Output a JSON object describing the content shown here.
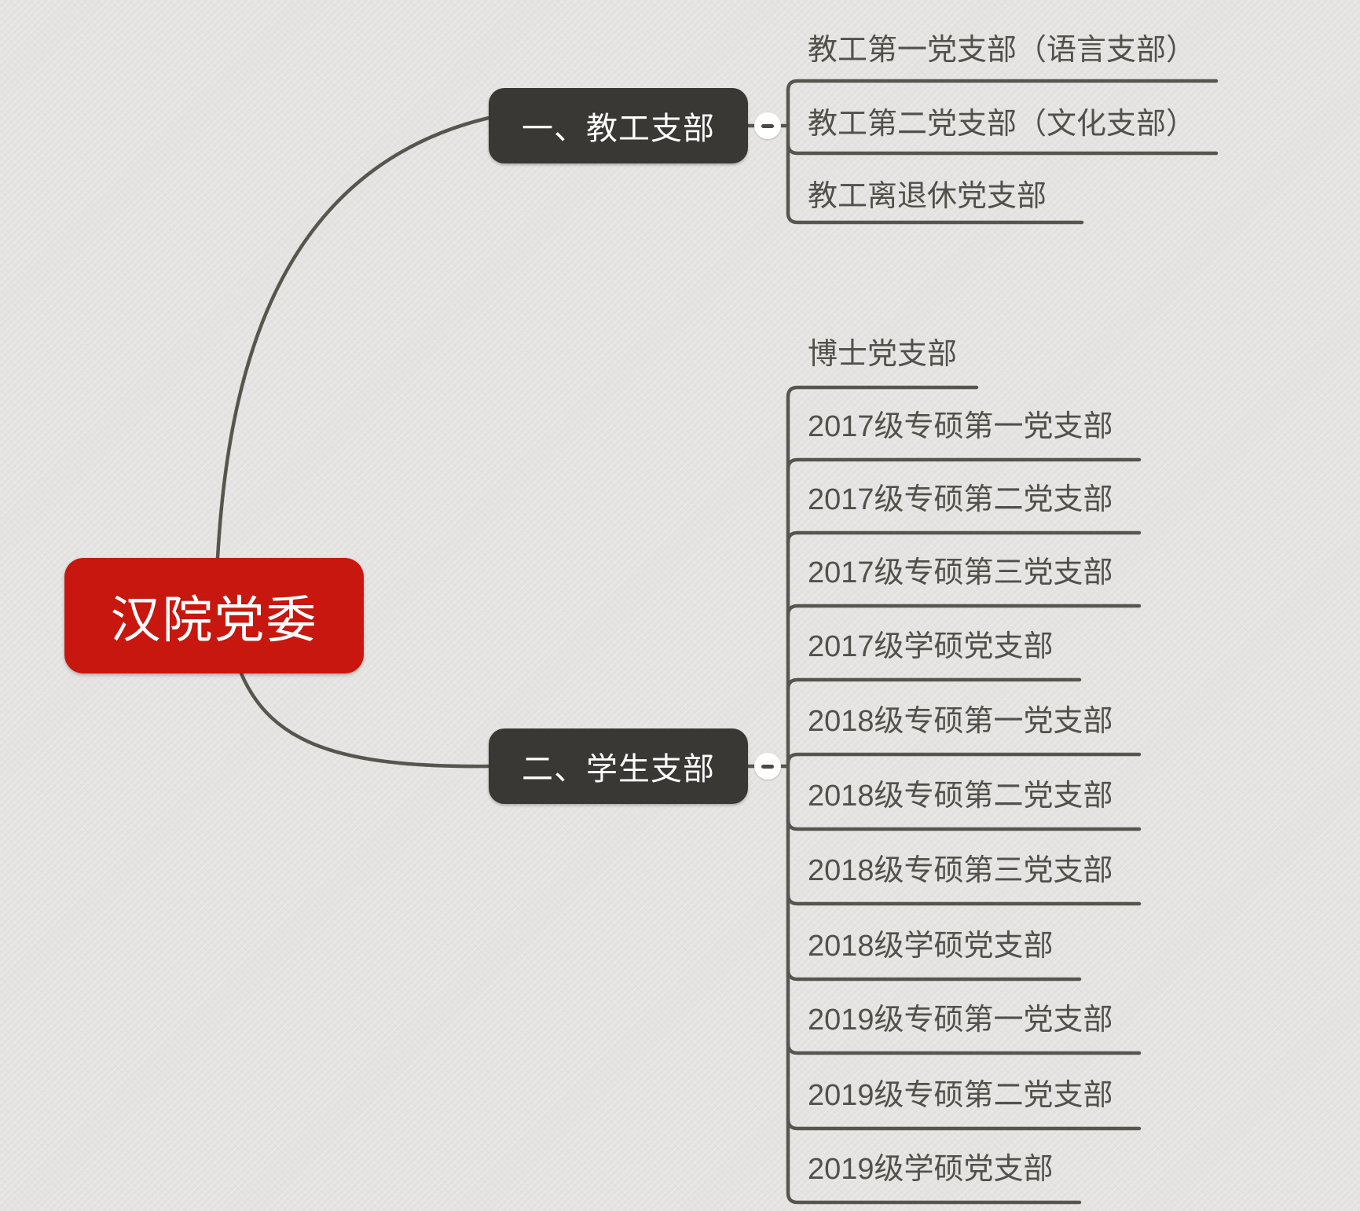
{
  "diagram": {
    "type": "mindmap",
    "root": {
      "label": "汉院党委"
    },
    "branches": [
      {
        "label": "一、教工支部",
        "children": [
          {
            "label": "教工第一党支部（语言支部）"
          },
          {
            "label": "教工第二党支部（文化支部）"
          },
          {
            "label": "教工离退休党支部"
          }
        ]
      },
      {
        "label": "二、学生支部",
        "children": [
          {
            "label": "博士党支部"
          },
          {
            "label": "2017级专硕第一党支部"
          },
          {
            "label": "2017级专硕第二党支部"
          },
          {
            "label": "2017级专硕第三党支部"
          },
          {
            "label": "2017级学硕党支部"
          },
          {
            "label": "2018级专硕第一党支部"
          },
          {
            "label": "2018级专硕第二党支部"
          },
          {
            "label": "2018级专硕第三党支部"
          },
          {
            "label": "2018级学硕党支部"
          },
          {
            "label": "2019级专硕第一党支部"
          },
          {
            "label": "2019级专硕第二党支部"
          },
          {
            "label": "2019级学硕党支部"
          }
        ]
      }
    ],
    "icons": {
      "collapse_icon": "−"
    },
    "colors": {
      "root_bg": "#c8170e",
      "branch_bg": "#3a3834",
      "line": "#57554e",
      "leaf_text": "#52504b",
      "node_text": "#ffffff",
      "background": "#e4e3e1"
    }
  }
}
